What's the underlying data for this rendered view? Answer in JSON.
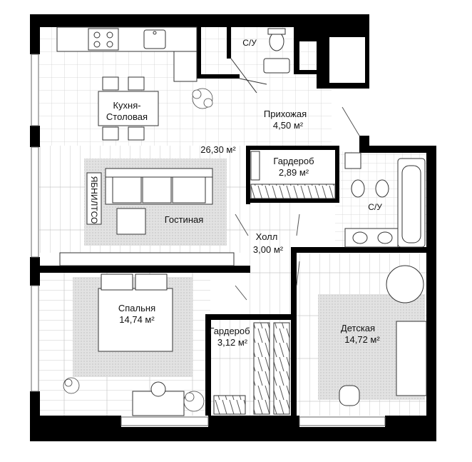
{
  "rooms": {
    "kitchen_line1": "Кухня-",
    "kitchen_line2": "Столовая",
    "hall_entry_name": "Прихожая",
    "hall_entry_area": "4,50 м²",
    "living_total_area": "26,30 м²",
    "wardrobe1_name": "Гардероб",
    "wardrobe1_area": "2,89 м²",
    "bath1_name": "С/У",
    "bath2_name": "С/У",
    "living_name": "Гостиная",
    "living_text_vertical": "ЯБНИЛТСО",
    "hall_name": "Холл",
    "hall_area": "3,00 м²",
    "bedroom_name": "Спальня",
    "bedroom_area": "14,74 м²",
    "wardrobe2_name": "Гардероб",
    "wardrobe2_area": "3,12 м²",
    "kids_name": "Детская",
    "kids_area": "14,72 м²"
  },
  "colors": {
    "wall": "#000000",
    "tile_line": "#c8c8c8",
    "rug": "#dcdcdc",
    "furniture_fill": "#ffffff",
    "furniture_line": "#333333"
  },
  "icons": [
    "sofa-icon",
    "bed-icon",
    "dining-table-icon",
    "stove-icon",
    "sink-icon",
    "toilet-icon",
    "bathtub-icon",
    "plant-icon",
    "armchair-icon",
    "crib-icon"
  ]
}
